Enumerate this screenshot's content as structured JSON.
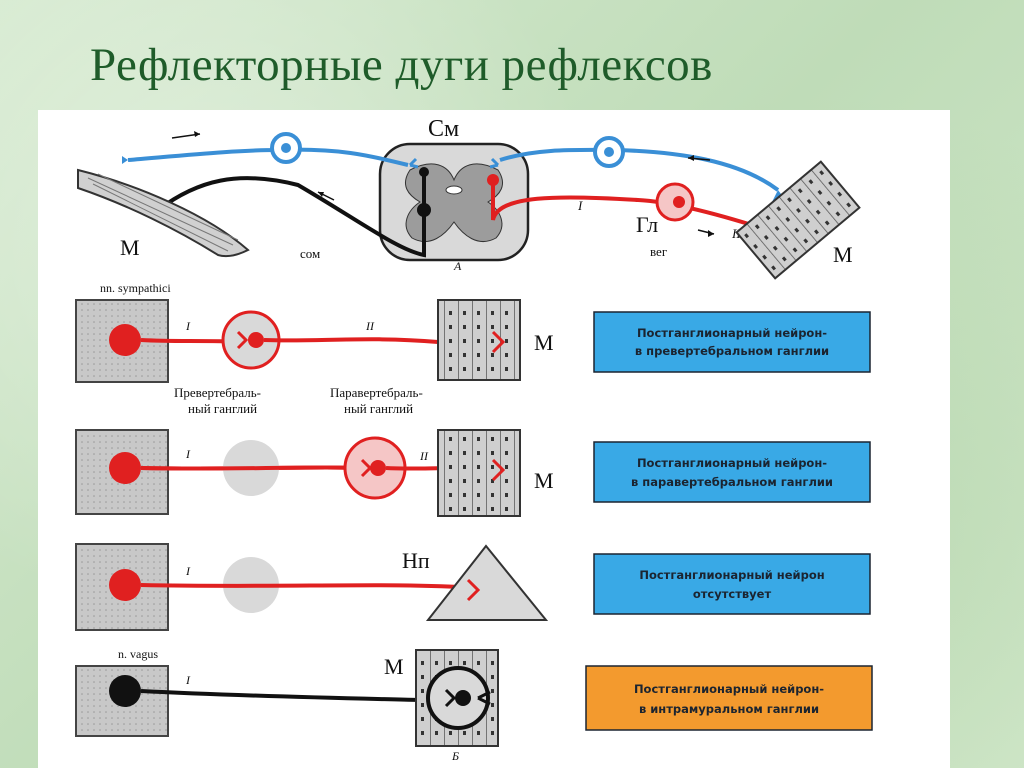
{
  "title": "Рефлекторные дуги рефлексов",
  "diagram_a": {
    "label_sm": "См",
    "label_m_left": "М",
    "label_som": "сом",
    "label_a": "А",
    "label_gl": "Гл",
    "label_veg": "вег",
    "label_m_right": "М",
    "label_i": "I",
    "label_ii": "II"
  },
  "diagram_b": {
    "label_b": "Б",
    "nn_sympathici": "nn. sympathici",
    "n_vagus": "n. vagus",
    "prevertebral": [
      "Превертебраль-",
      "ный ганглий"
    ],
    "paravertebral": [
      "Паравертебраль-",
      "ный ганглий"
    ],
    "label_m": "М",
    "label_np": "Нп",
    "label_i": "I",
    "label_ii": "II",
    "rows": [
      {
        "text": [
          "Постганглионарный нейрон-",
          "в превертебральном ганглии"
        ],
        "color": "#39a9e6"
      },
      {
        "text": [
          "Постганглионарный нейрон-",
          "в паравертебральном ганглии"
        ],
        "color": "#39a9e6"
      },
      {
        "text": [
          "Постганглионарный нейрон",
          "отсутствует"
        ],
        "color": "#39a9e6"
      },
      {
        "text": [
          "Постганглионарный нейрон-",
          "в интрамуральном ганглии"
        ],
        "color": "#f39a2e"
      }
    ]
  }
}
